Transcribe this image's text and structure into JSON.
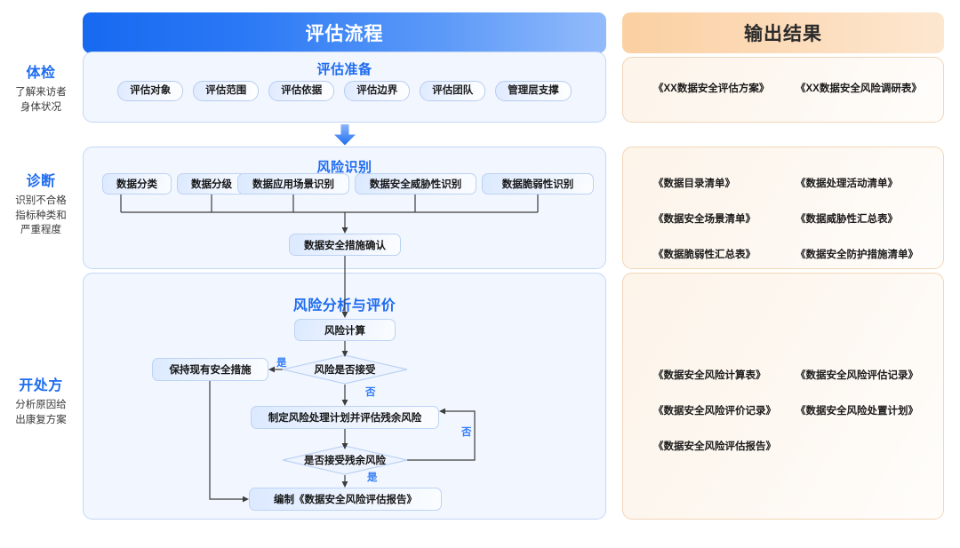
{
  "headers": {
    "process": "评估流程",
    "output": "输出结果"
  },
  "stages": [
    {
      "title": "体检",
      "desc": "了解来访者\n身体状况"
    },
    {
      "title": "诊断",
      "desc": "识别不合格\n指标种类和\n严重程度"
    },
    {
      "title": "开处方",
      "desc": "分析原因给\n出康复方案"
    }
  ],
  "panels": {
    "preparation": {
      "title": "评估准备",
      "chips": [
        "评估对象",
        "评估范围",
        "评估依据",
        "评估边界",
        "评估团队",
        "管理层支撑"
      ]
    },
    "identification": {
      "title": "风险识别",
      "nodes": [
        "数据分类",
        "数据分级",
        "数据应用场景识别",
        "数据安全威胁性识别",
        "数据脆弱性识别"
      ],
      "result_node": "数据安全措施确认"
    },
    "analysis": {
      "title": "风险分析与评价",
      "calc_node": "风险计算",
      "decision_1": "风险是否接受",
      "keep_node": "保持现有安全措施",
      "plan_node": "制定风险处理计划并评估残余风险",
      "decision_2": "是否接受残余风险",
      "report_node": "编制《数据安全风险评估报告》",
      "labels": {
        "yes": "是",
        "no": "否"
      }
    }
  },
  "outputs": {
    "preparation": [
      "《XX数据安全评估方案》",
      "《XX数据安全风险调研表》"
    ],
    "identification": [
      "《数据目录清单》",
      "《数据处理活动清单》",
      "《数据安全场景清单》",
      "《数据威胁性汇总表》",
      "《数据脆弱性汇总表》",
      "《数据安全防护措施清单》"
    ],
    "analysis": [
      "《数据安全风险计算表》",
      "《数据安全风险评估记录》",
      "《数据安全风险评价记录》",
      "《数据安全风险处置计划》",
      "《数据安全风险评估报告》",
      ""
    ]
  },
  "colors": {
    "process_header_start": "#1769f0",
    "process_header_end": "#93bbfb",
    "output_header_start": "#fbd0a2",
    "output_header_end": "#fde7d0",
    "accent_blue": "#1e6cf0",
    "panel_bg": "#f2f6fe",
    "panel_border": "#c3d7f7",
    "card_bg": "#fdf4ea",
    "card_border": "#f2d6b6",
    "wire": "#3c3c3c"
  }
}
